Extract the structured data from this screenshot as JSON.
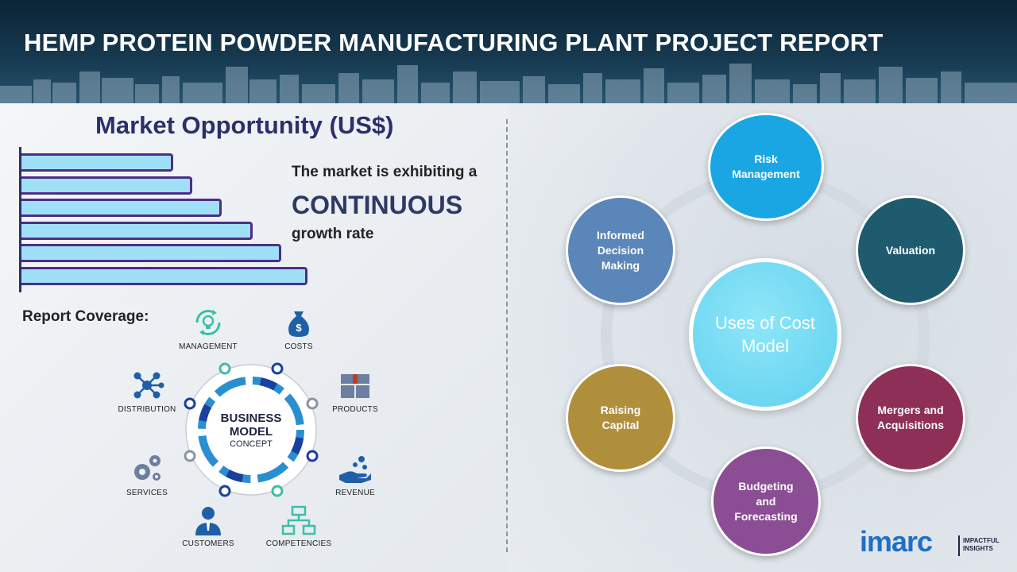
{
  "header": {
    "title": "HEMP PROTEIN POWDER MANUFACTURING PLANT PROJECT REPORT"
  },
  "market": {
    "title": "Market Opportunity (US$)",
    "line1": "The market is exhibiting a",
    "line2": "CONTINUOUS",
    "line3": "growth rate"
  },
  "chart_data": {
    "type": "bar",
    "orientation": "horizontal",
    "categories": [
      "",
      "",
      "",
      "",
      "",
      ""
    ],
    "values": [
      190,
      214,
      251,
      289,
      325,
      358
    ],
    "title": "Market Opportunity (US$)"
  },
  "coverage": {
    "title": "Report Coverage:",
    "items": [
      {
        "label": "MANAGEMENT",
        "icon": "lightbulb-cycle-icon"
      },
      {
        "label": "COSTS",
        "icon": "money-bag-icon"
      },
      {
        "label": "DISTRIBUTION",
        "icon": "network-icon"
      },
      {
        "label": "PRODUCTS",
        "icon": "boxes-icon"
      },
      {
        "label": "SERVICES",
        "icon": "gears-icon"
      },
      {
        "label": "REVENUE",
        "icon": "hand-coins-icon"
      },
      {
        "label": "CUSTOMERS",
        "icon": "person-icon"
      },
      {
        "label": "COMPETENCIES",
        "icon": "hierarchy-icon"
      }
    ],
    "center_line1": "BUSINESS",
    "center_line2": "MODEL",
    "center_line3": "CONCEPT"
  },
  "uses": {
    "center": "Uses of Cost Model",
    "nodes": [
      {
        "label": "Risk Management",
        "color": "#1aa6e3"
      },
      {
        "label": "Valuation",
        "color": "#1f5b6e"
      },
      {
        "label": "Mergers and Acquisitions",
        "color": "#8e2f57"
      },
      {
        "label": "Budgeting and Forecasting",
        "color": "#8b4d93"
      },
      {
        "label": "Raising Capital",
        "color": "#b08f3c"
      },
      {
        "label": "Informed Decision Making",
        "color": "#5b86b9"
      }
    ]
  },
  "logo": {
    "brand": "imarc",
    "tag_line1": "IMPACTFUL",
    "tag_line2": "INSIGHTS"
  }
}
